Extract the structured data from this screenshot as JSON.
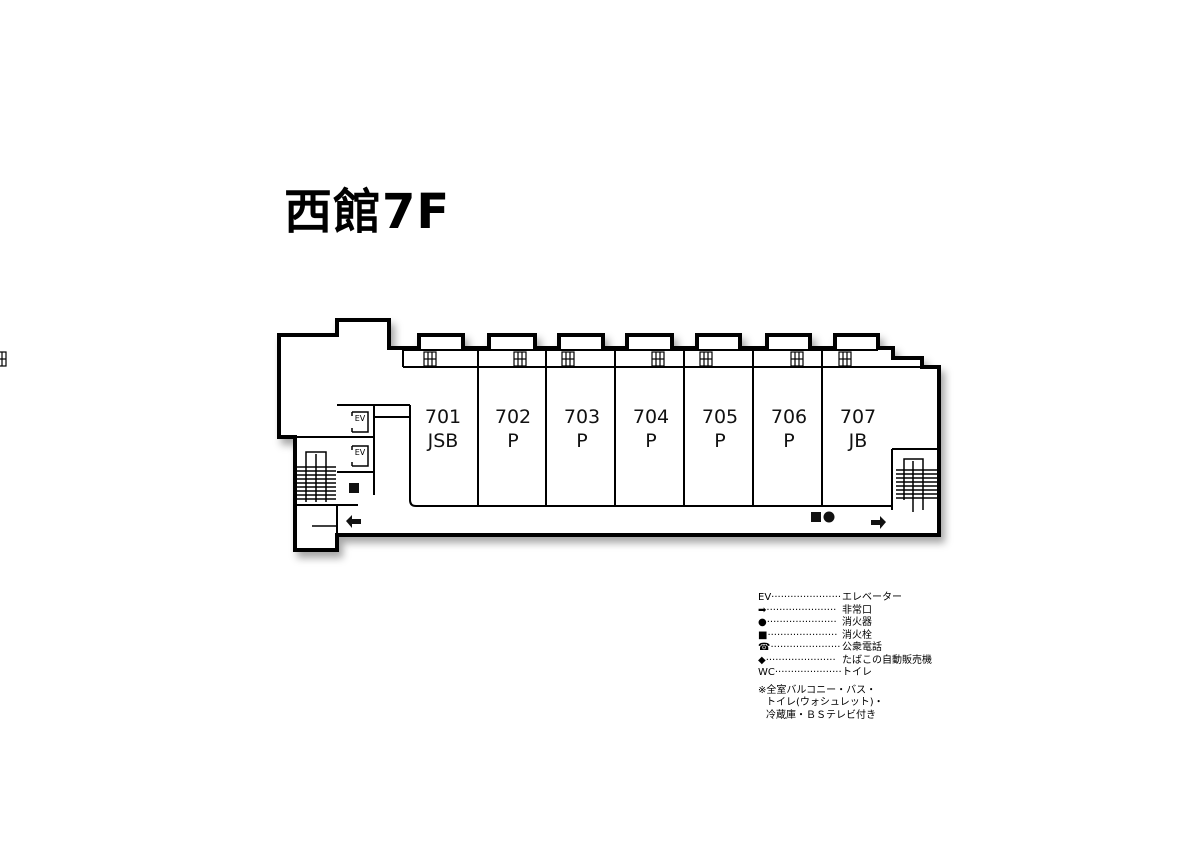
{
  "title": "西館7F",
  "rooms": [
    {
      "number": "701",
      "type": "JSB"
    },
    {
      "number": "702",
      "type": "P"
    },
    {
      "number": "703",
      "type": "P"
    },
    {
      "number": "704",
      "type": "P"
    },
    {
      "number": "705",
      "type": "P"
    },
    {
      "number": "706",
      "type": "P"
    },
    {
      "number": "707",
      "type": "JB"
    }
  ],
  "elevator_label": "EV",
  "legend": [
    {
      "symbol": "EV",
      "icon": "text",
      "label": "エレベーター"
    },
    {
      "symbol": "➡",
      "icon": "arrow-right-icon",
      "label": "非常口"
    },
    {
      "symbol": "●",
      "icon": "circle-icon",
      "label": "消火器"
    },
    {
      "symbol": "■",
      "icon": "square-icon",
      "label": "消火栓"
    },
    {
      "symbol": "☎",
      "icon": "phone-icon",
      "label": "公衆電話"
    },
    {
      "symbol": "◆",
      "icon": "diamond-icon",
      "label": "たばこの自動販売機"
    },
    {
      "symbol": "WC",
      "icon": "text",
      "label": "トイレ"
    }
  ],
  "note": [
    "※全室バルコニー・バス・",
    "トイレ(ウォシュレット)・",
    "冷蔵庫・ＢＳテレビ付き"
  ]
}
